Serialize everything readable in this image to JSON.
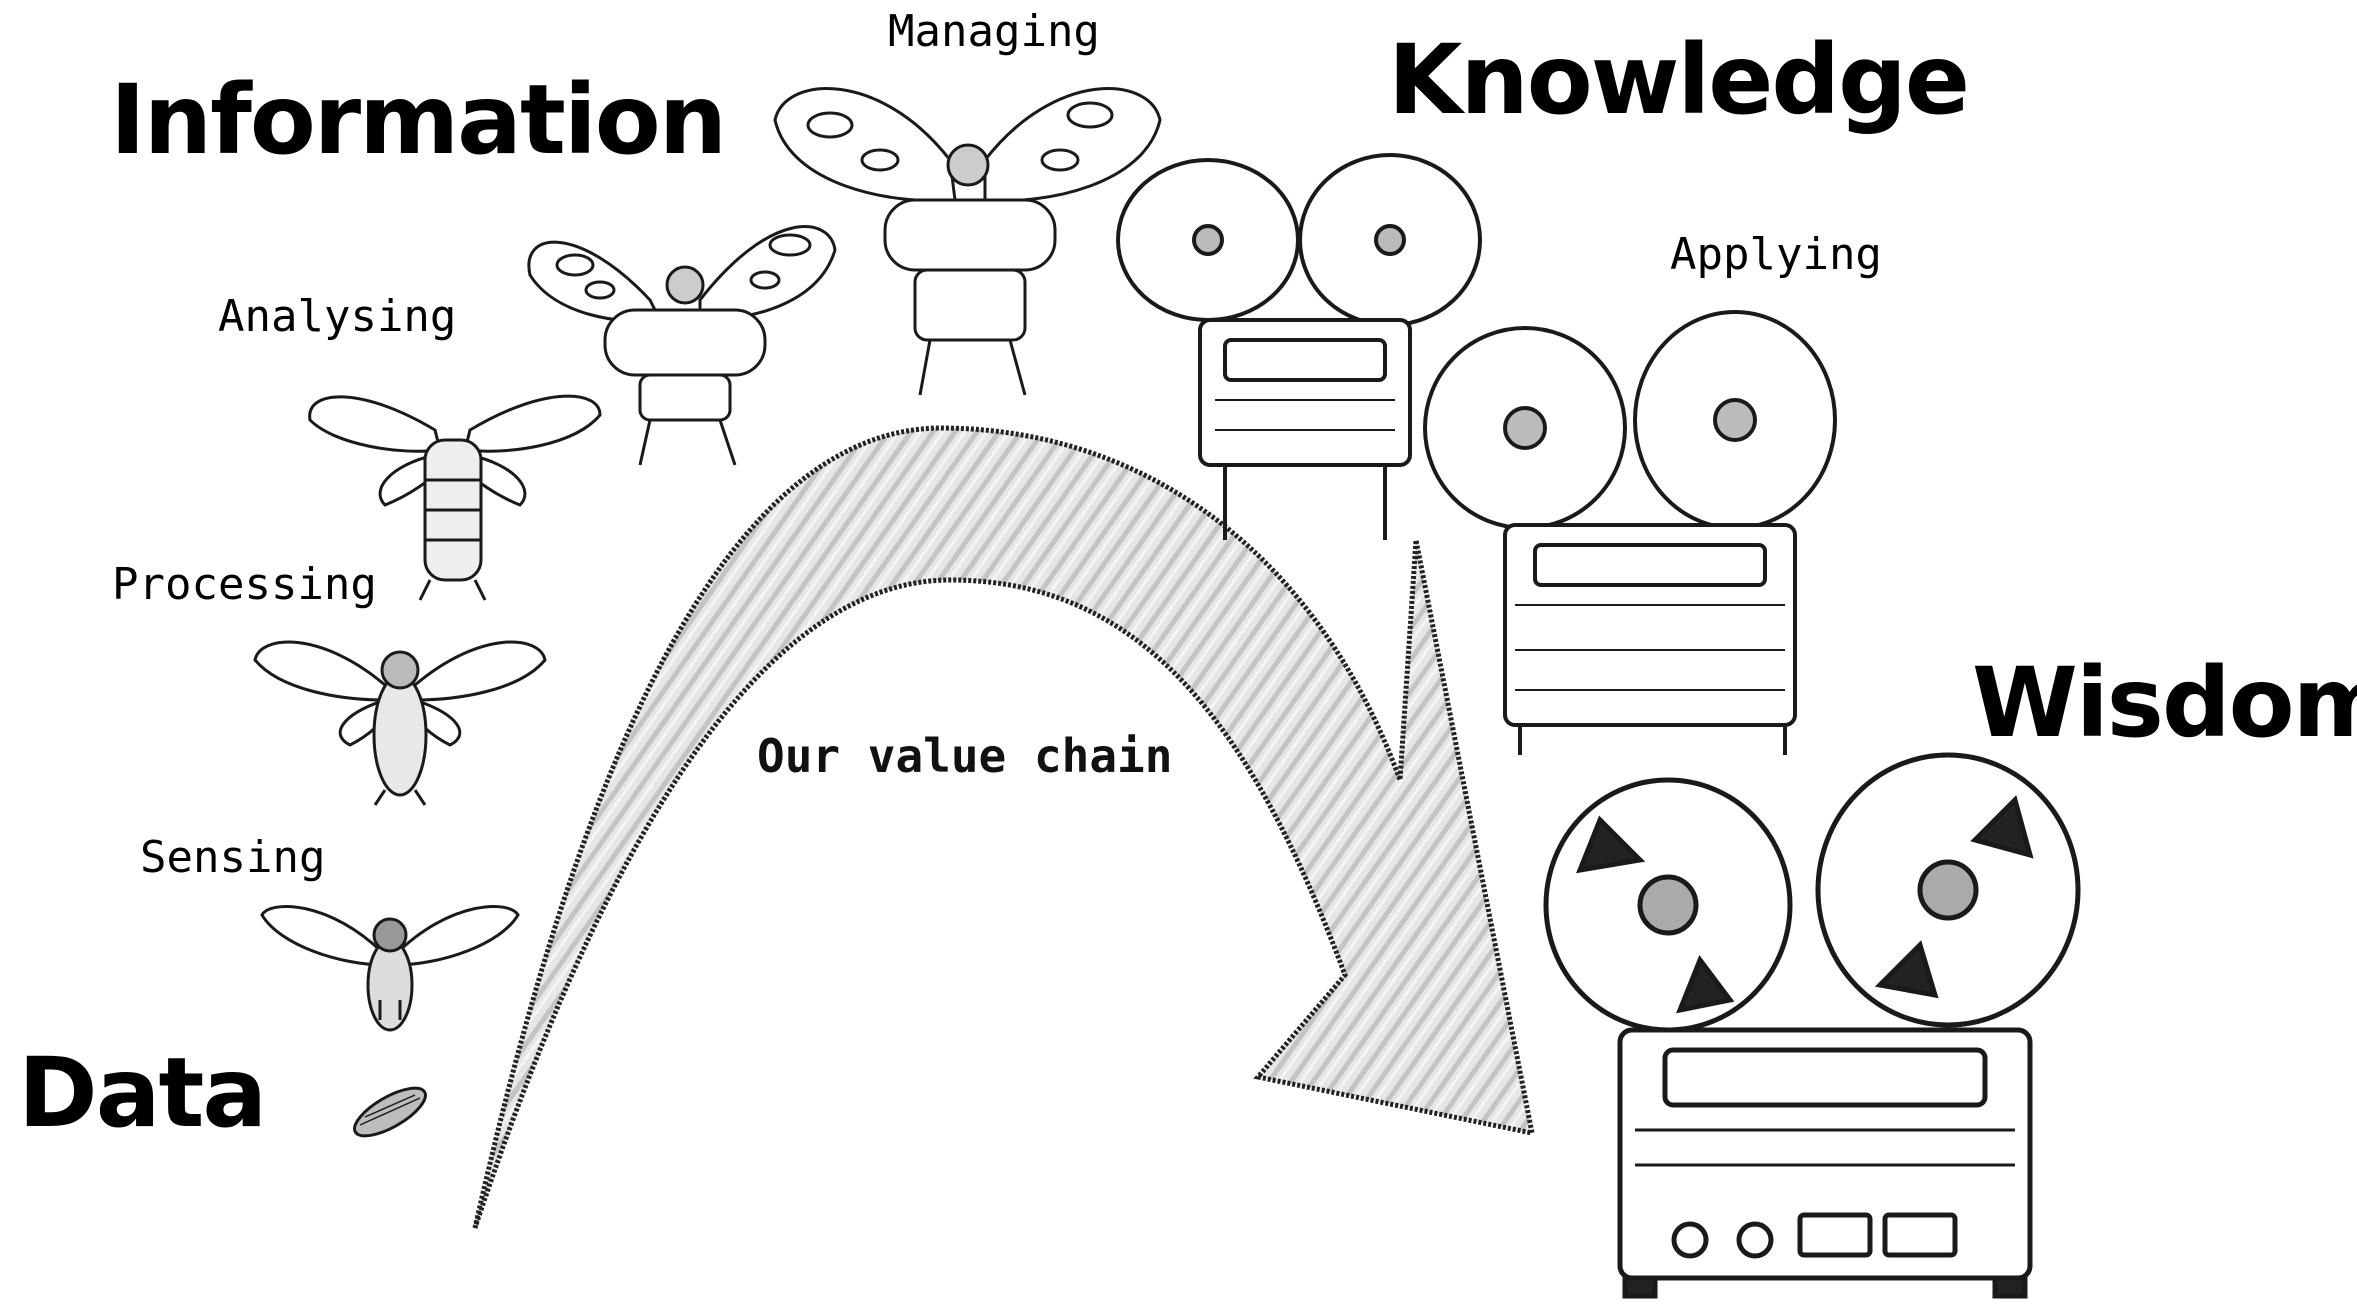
{
  "headings": {
    "data": "Data",
    "information": "Information",
    "knowledge": "Knowledge",
    "wisdom": "Wisdom"
  },
  "steps": {
    "sensing": "Sensing",
    "processing": "Processing",
    "analysing": "Analysing",
    "managing": "Managing",
    "applying": "Applying"
  },
  "arrow": {
    "label": "Our value chain"
  },
  "colors": {
    "text": "#000000",
    "arrow_fill": "#d9d9d9",
    "arrow_stroke": "#222222",
    "sketch": "#1a1a1a"
  },
  "illustrations": [
    "egg-icon",
    "cicada-icon",
    "winged-insect-icon",
    "beetle-robot-icon",
    "reel-to-reel-tape-recorder-icon"
  ]
}
